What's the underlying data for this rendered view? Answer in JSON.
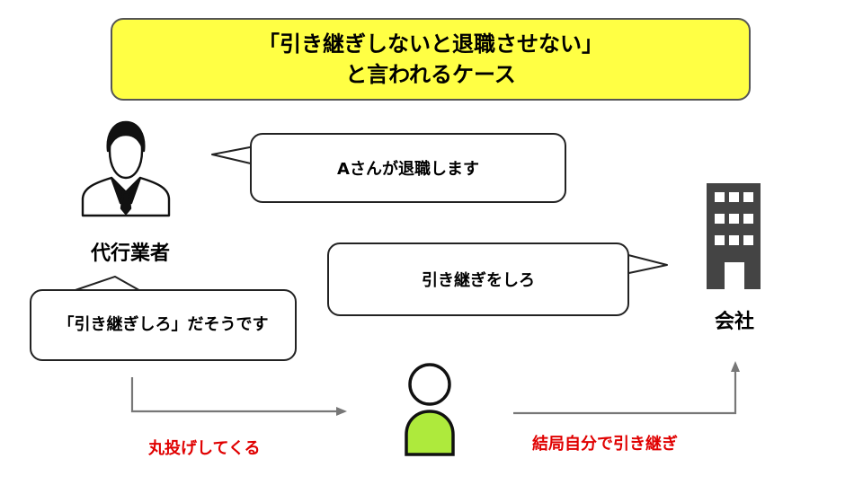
{
  "title": {
    "line1": "「引き継ぎしないと退職させない」",
    "line2": "と言われるケース"
  },
  "nodes": {
    "agency": "代行業者",
    "company": "会社"
  },
  "bubbles": {
    "retire_notice": "Aさんが退職します",
    "handover_demand": "引き継ぎをしろ",
    "agency_relay": "「引き継ぎしろ」だそうです"
  },
  "edges": {
    "dumped": "丸投げしてくる",
    "self_handover": "結局自分で引き継ぎ"
  },
  "colors": {
    "title_bg": "#ffff44",
    "person_fill": "#aeea3c",
    "edge_label": "#e00000",
    "building": "#444444"
  }
}
